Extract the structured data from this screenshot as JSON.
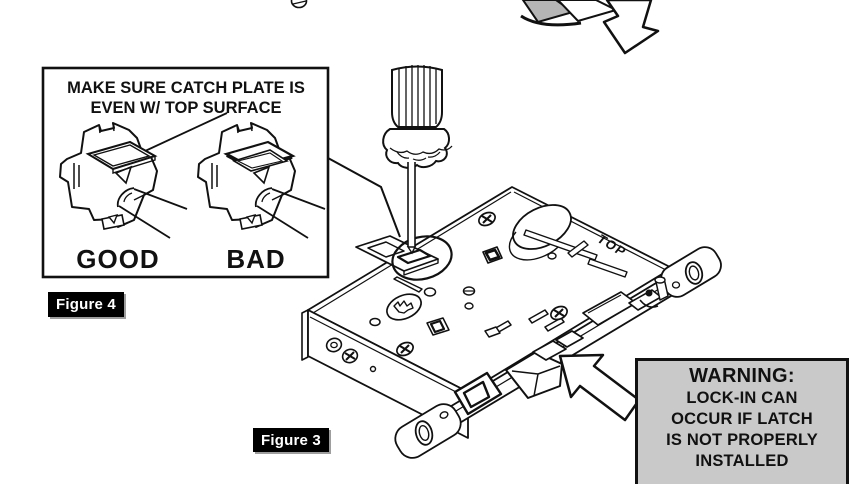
{
  "callout": {
    "line1": "MAKE SURE CATCH PLATE IS",
    "line2": "EVEN W/ TOP SURFACE",
    "good": "GOOD",
    "bad": "BAD"
  },
  "figures": {
    "figure4": "Figure 4",
    "figure3": "Figure 3"
  },
  "lock": {
    "top_marking": "TOP"
  },
  "warning": {
    "title": "WARNING:",
    "line1": "LOCK-IN CAN",
    "line2": "OCCUR IF LATCH",
    "line3": "IS NOT PROPERLY",
    "line4": "INSTALLED"
  },
  "colors": {
    "ink": "#111111",
    "background": "#ffffff",
    "warning_bg": "#c9c9c9",
    "label_bg": "#000000",
    "label_text": "#ffffff",
    "shade_gray": "#b5b5b5"
  }
}
